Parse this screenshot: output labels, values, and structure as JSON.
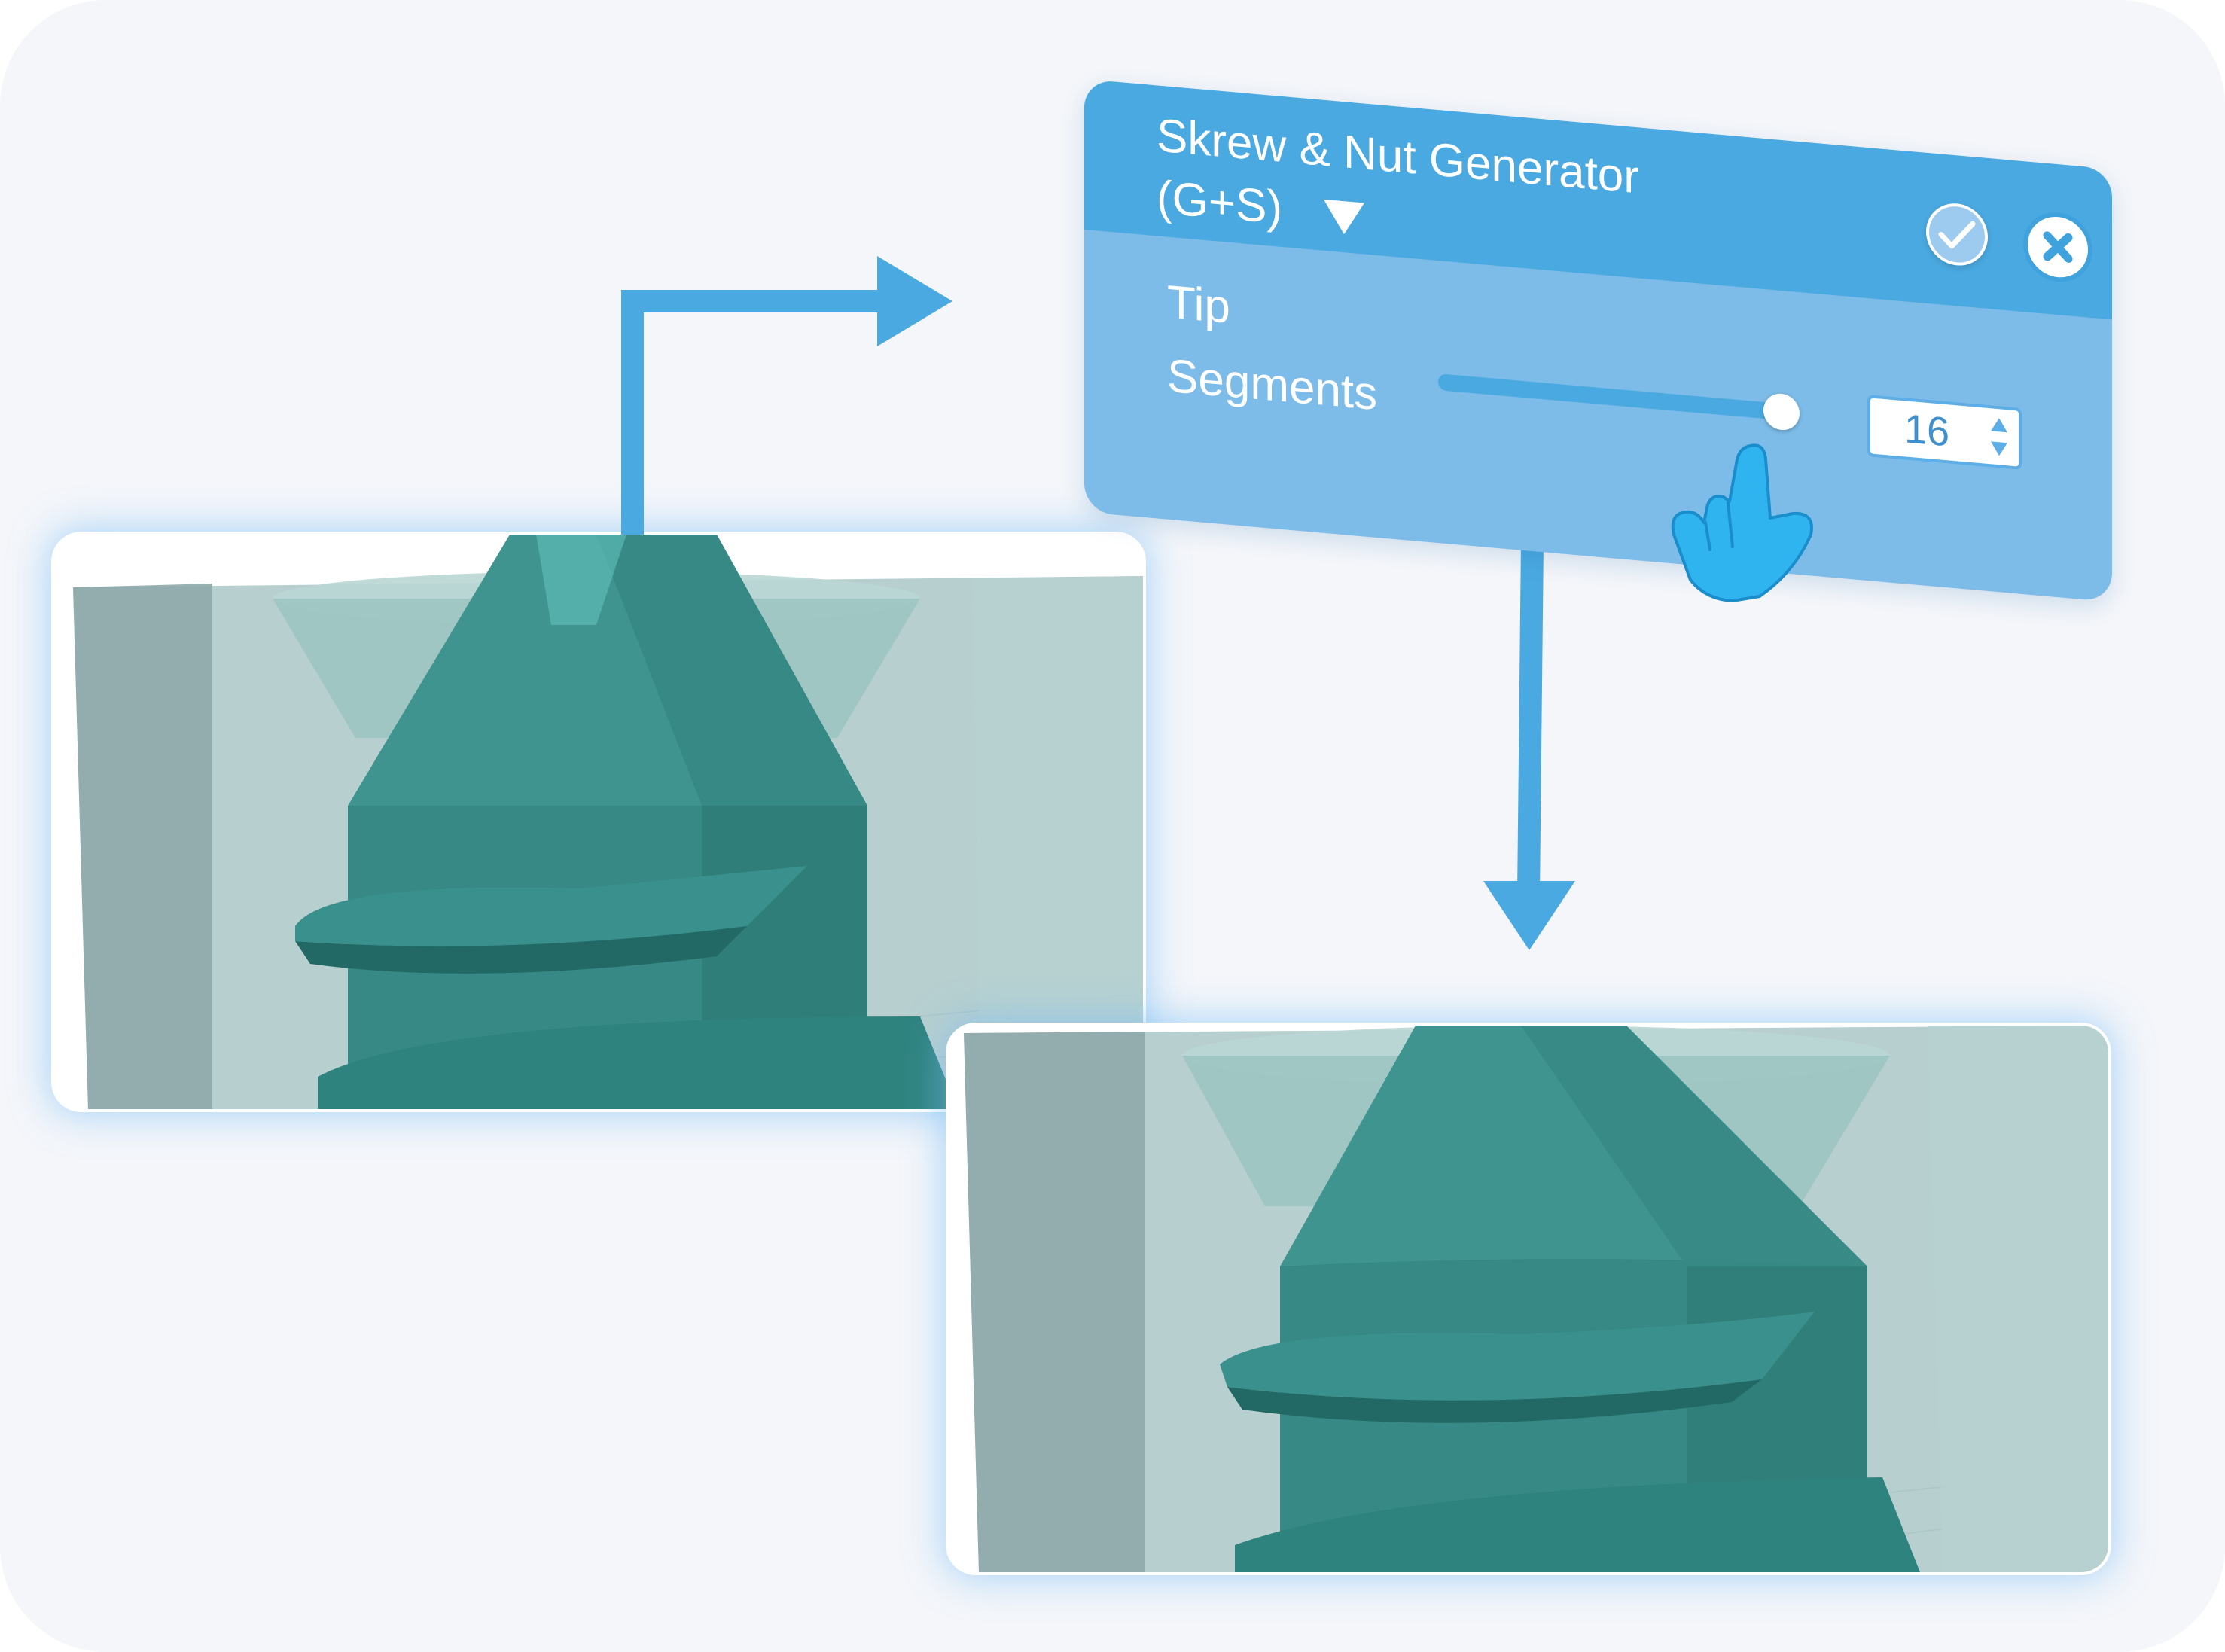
{
  "panel": {
    "title_line1": "Skrew & Nut Generator",
    "title_line2": "(G+S)",
    "dropdown_icon": "triangle-down-icon",
    "confirm_icon": "check-icon",
    "close_icon": "close-x-icon"
  },
  "parameter": {
    "label_line1": "Tip",
    "label_line2": "Segments",
    "value": "16",
    "slider_fraction": 0.97
  },
  "icons": {
    "pointer": "hand-pointer-icon",
    "flow_arrows": "arrow-icon"
  },
  "colors": {
    "panel_header": "#4aa9e0",
    "panel_body": "#7dbce8",
    "arrow": "#4aa9e0",
    "model_teal": "#3a8f8a",
    "hand": "#2fb4f0"
  }
}
